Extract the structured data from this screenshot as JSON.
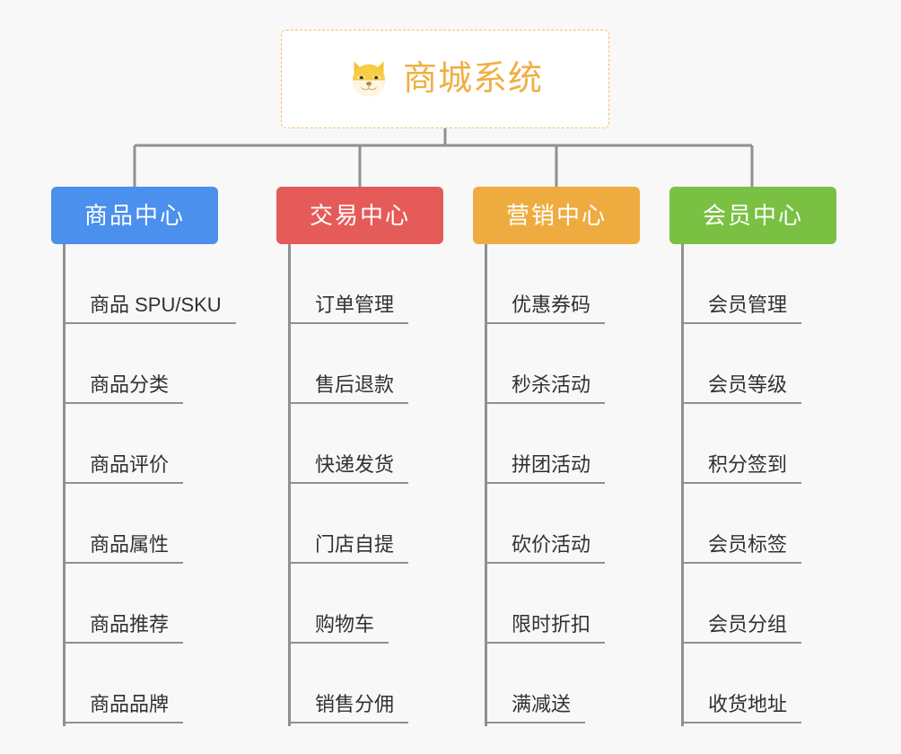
{
  "page": {
    "background_color": "#f8f8f8",
    "connector_color": "#909090"
  },
  "root": {
    "icon": "shiba-dog-face-icon",
    "title": "商城系统",
    "text_color": "#efaf41",
    "border_color": "#f0c070",
    "background_color": "#ffffff"
  },
  "branches": [
    {
      "label": "商品中心",
      "color": "#4a90ec",
      "items": [
        {
          "label": "商品 SPU/SKU"
        },
        {
          "label": "商品分类"
        },
        {
          "label": "商品评价"
        },
        {
          "label": "商品属性"
        },
        {
          "label": "商品推荐"
        },
        {
          "label": "商品品牌"
        }
      ]
    },
    {
      "label": "交易中心",
      "color": "#e55b59",
      "items": [
        {
          "label": "订单管理"
        },
        {
          "label": "售后退款"
        },
        {
          "label": "快递发货"
        },
        {
          "label": "门店自提"
        },
        {
          "label": "购物车"
        },
        {
          "label": "销售分佣"
        }
      ]
    },
    {
      "label": "营销中心",
      "color": "#eeac40",
      "items": [
        {
          "label": "优惠券码"
        },
        {
          "label": "秒杀活动"
        },
        {
          "label": "拼团活动"
        },
        {
          "label": "砍价活动"
        },
        {
          "label": "限时折扣"
        },
        {
          "label": "满减送"
        }
      ]
    },
    {
      "label": "会员中心",
      "color": "#7ac143",
      "items": [
        {
          "label": "会员管理"
        },
        {
          "label": "会员等级"
        },
        {
          "label": "积分签到"
        },
        {
          "label": "会员标签"
        },
        {
          "label": "会员分组"
        },
        {
          "label": "收货地址"
        }
      ]
    }
  ]
}
